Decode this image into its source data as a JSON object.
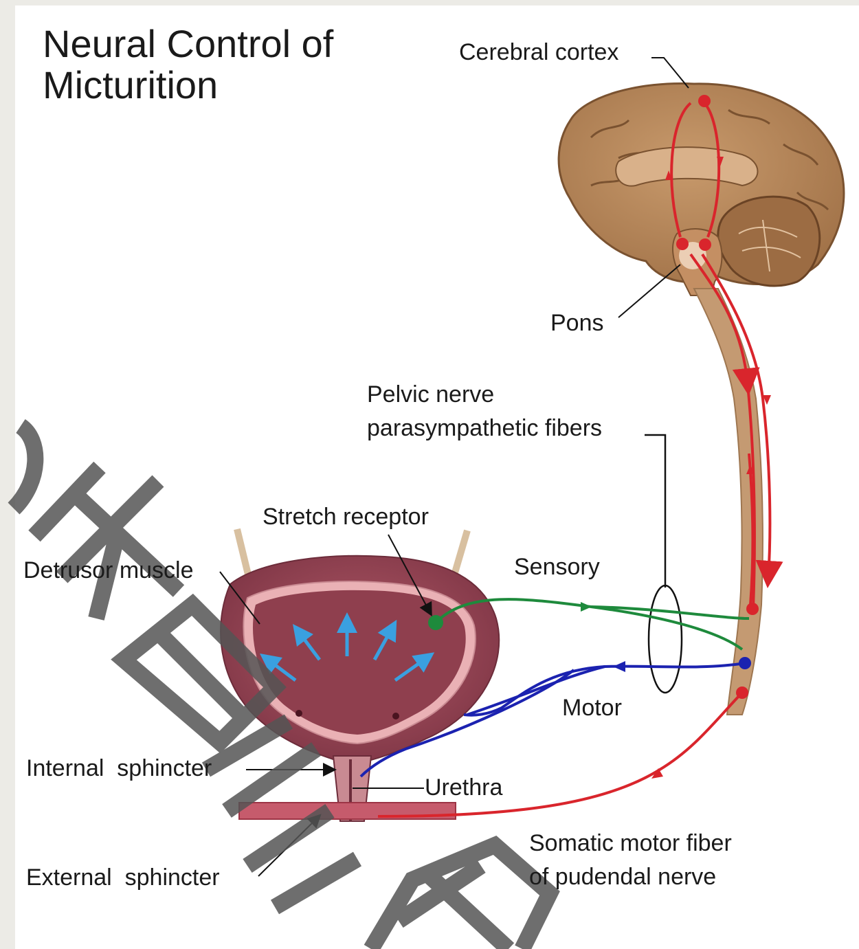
{
  "title": "Neural Control of\nMicturition",
  "labels": {
    "cerebral_cortex": "Cerebral cortex",
    "pons": "Pons",
    "pelvic_nerve_line1": "Pelvic nerve",
    "pelvic_nerve_line2": "parasympathetic fibers",
    "stretch_receptor": "Stretch receptor",
    "detrusor_muscle": "Detrusor muscle",
    "sensory": "Sensory",
    "motor": "Motor",
    "internal_sphincter": "Internal  sphincter",
    "urethra": "Urethra",
    "external_sphincter": "External  sphincter",
    "somatic_line1": "Somatic motor fiber",
    "somatic_line2": "of pudendal nerve"
  },
  "colors": {
    "brain": "#b98b5e",
    "bladder": "#9b4a58",
    "motor_pathway": "#d9252c",
    "sensory_pathway": "#1e8a3c",
    "parasympathetic": "#1b22b0",
    "stretch_arrows": "#3aa0e0",
    "watermark": "#555555"
  }
}
